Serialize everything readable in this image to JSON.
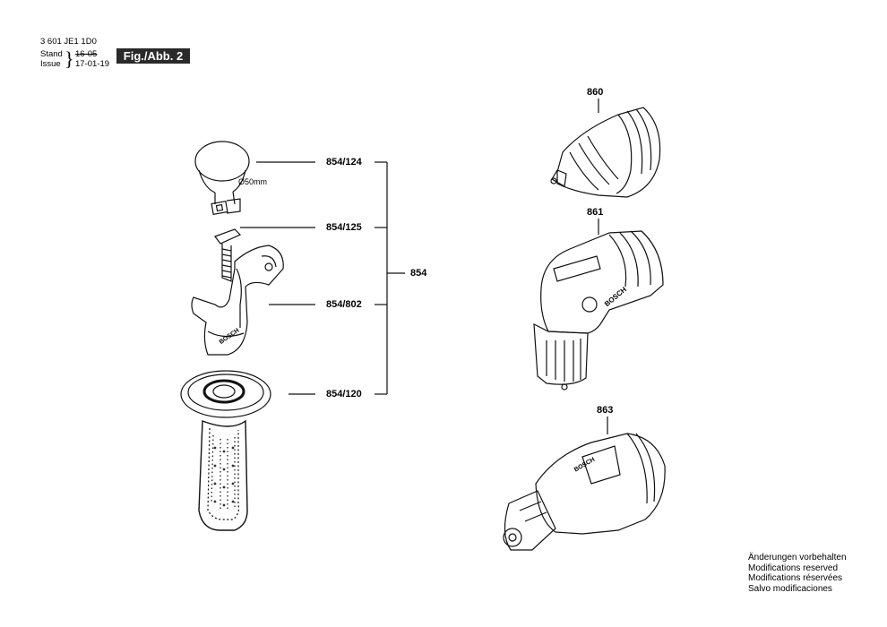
{
  "header": {
    "doc_number": "3 601 JE1 1D0",
    "stand_label": "Stand",
    "stand_value": "16-05",
    "issue_label": "Issue",
    "issue_value": "17-01-19",
    "figure_label": "Fig./Abb. 2"
  },
  "parts": {
    "p854_124": "854/124",
    "p854_125": "854/125",
    "p854_802": "854/802",
    "p854_120": "854/120",
    "p854": "854",
    "p860": "860",
    "p861": "861",
    "p863": "863"
  },
  "annotations": {
    "diameter": "Ø50mm",
    "brand_handle": "BOSCH",
    "brand_861": "BOSCH",
    "brand_863": "BOSCH"
  },
  "notes": [
    "Änderungen vorbehalten",
    "Modifications reserved",
    "Modifications réservées",
    "Salvo modificaciones"
  ]
}
